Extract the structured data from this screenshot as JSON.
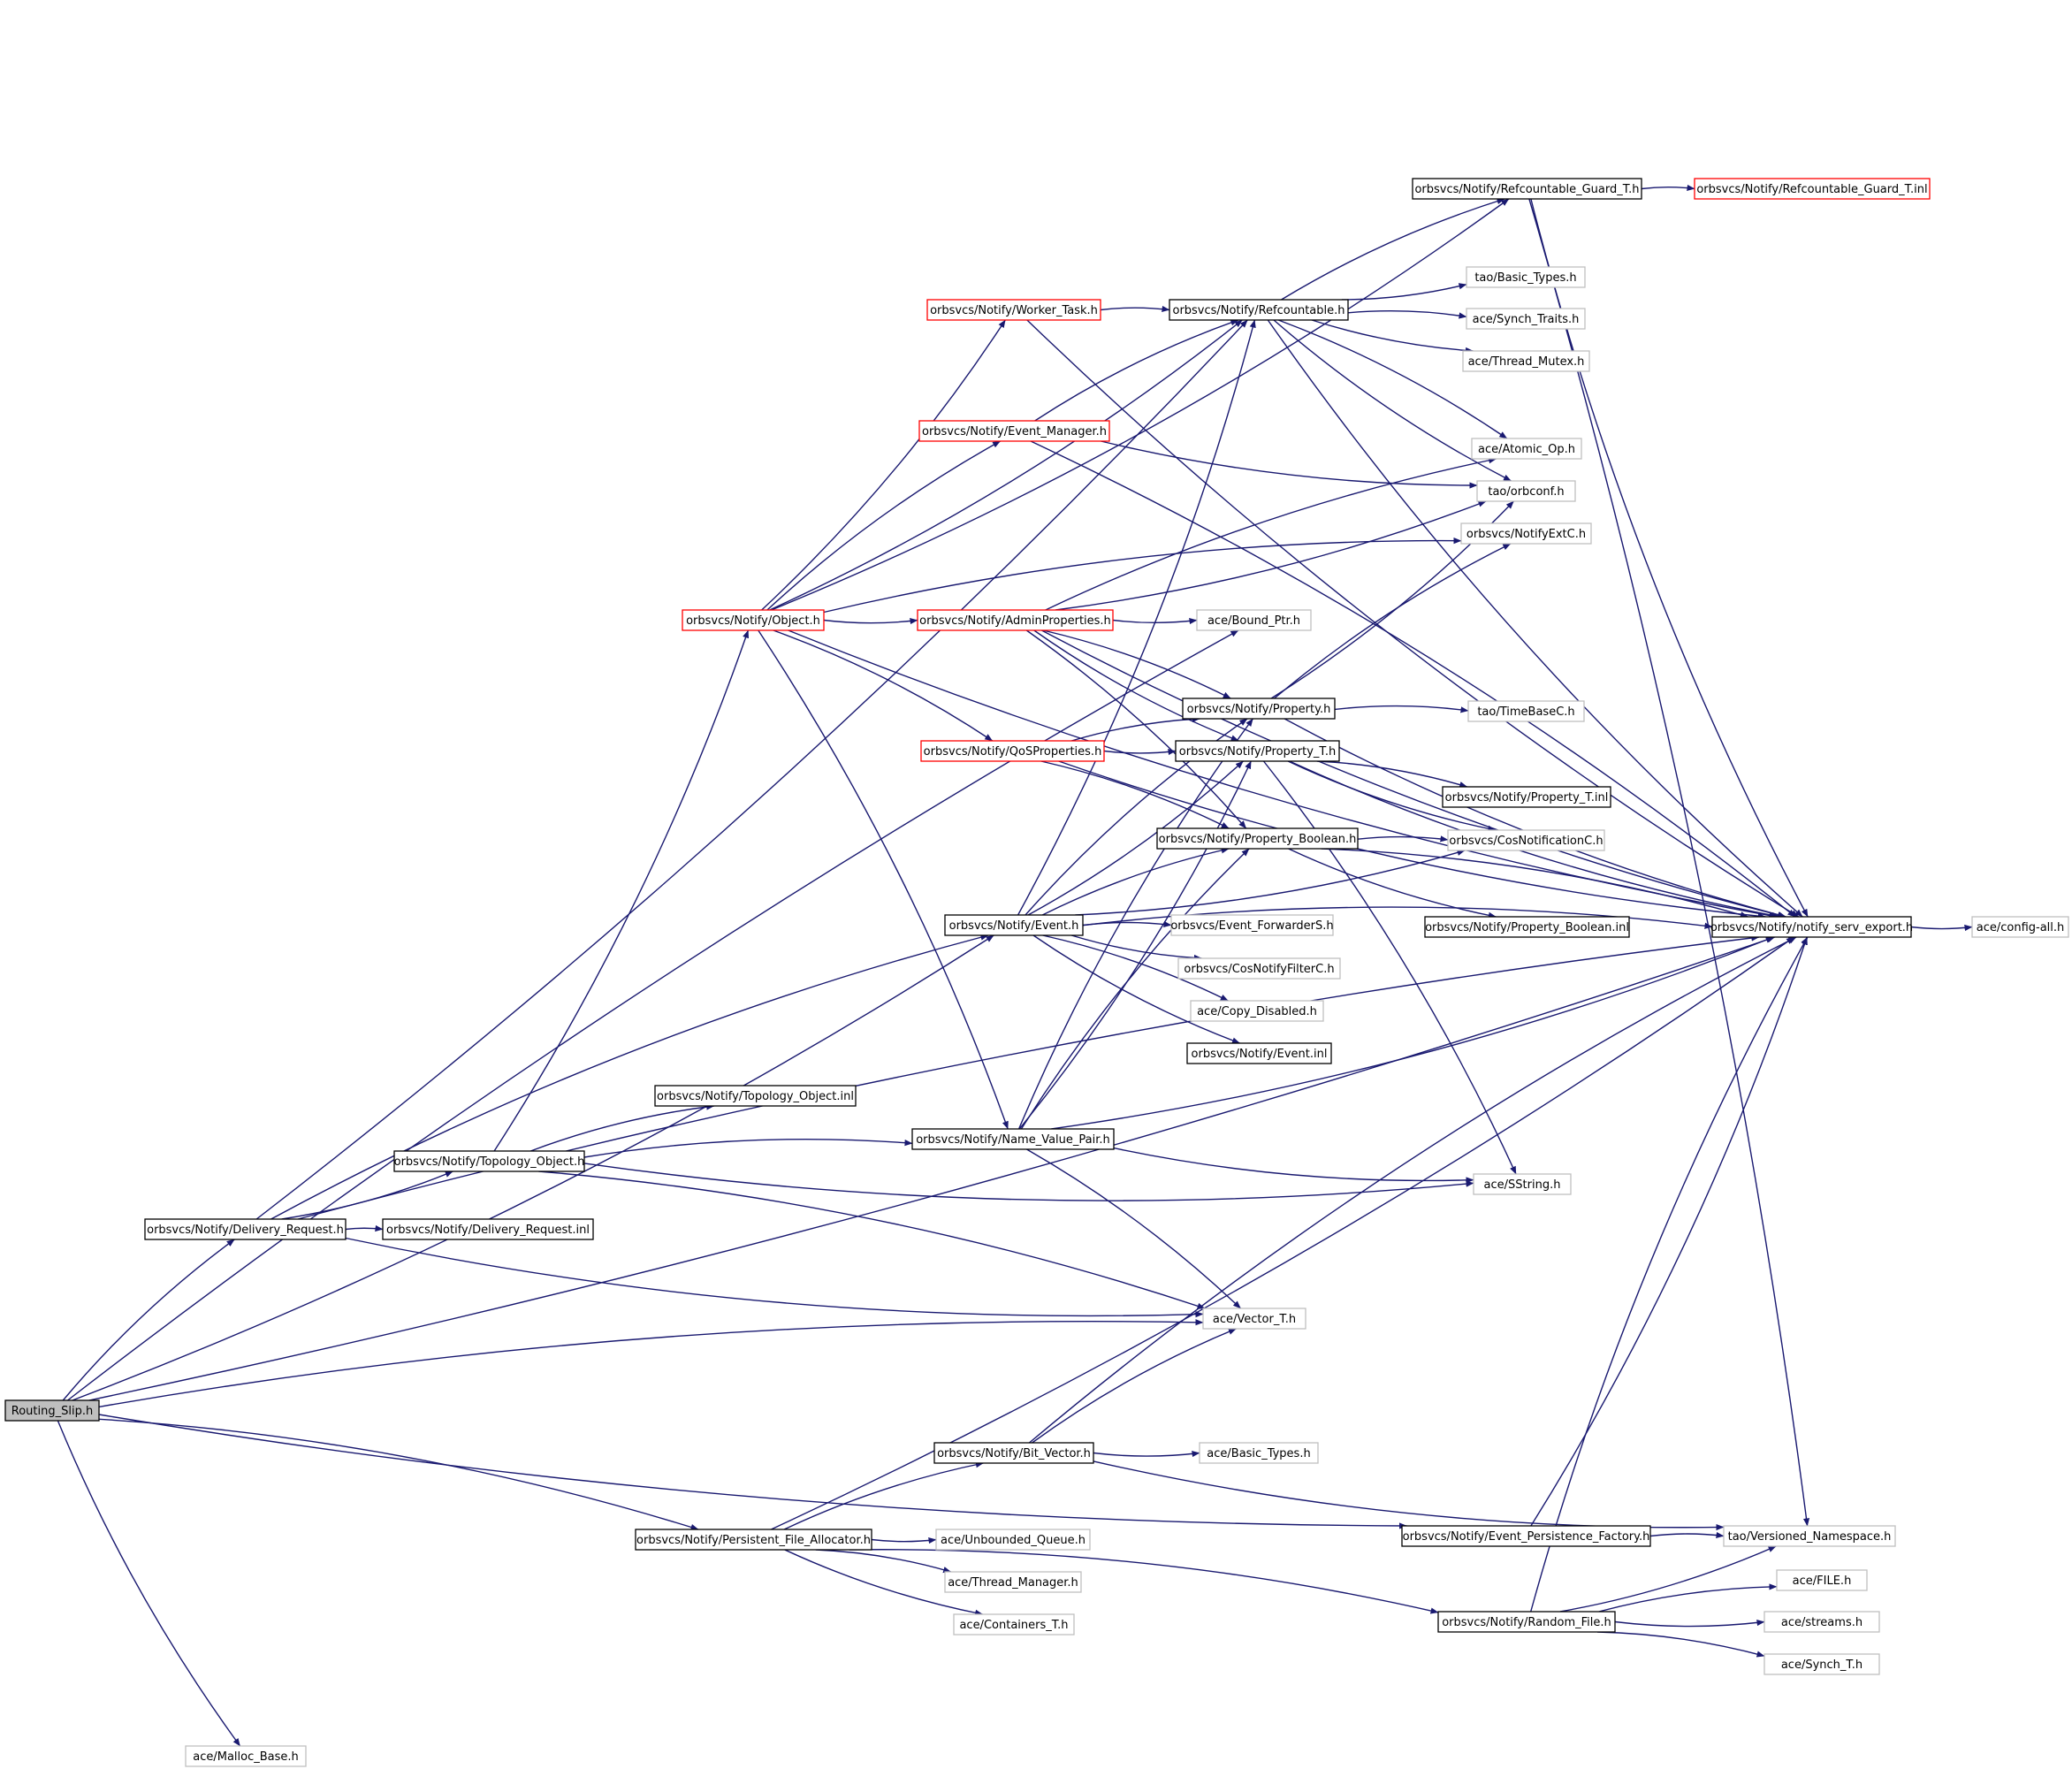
{
  "colors": {
    "edge": "#191970",
    "border_normal": "#000000",
    "border_truncated": "#ff0000",
    "border_external": "#bfbfbf",
    "root_fill": "#bfbfbf",
    "fill": "#ffffff"
  },
  "nodes": [
    {
      "id": "routing_slip",
      "label": "Routing_Slip.h",
      "kind": "root"
    },
    {
      "id": "malloc_base",
      "label": "ace/Malloc_Base.h",
      "kind": "external"
    },
    {
      "id": "delivery_request",
      "label": "orbsvcs/Notify/Delivery_Request.h",
      "kind": "normal"
    },
    {
      "id": "delivery_request_inl",
      "label": "orbsvcs/Notify/Delivery_Request.inl",
      "kind": "normal"
    },
    {
      "id": "topology_object",
      "label": "orbsvcs/Notify/Topology_Object.h",
      "kind": "normal"
    },
    {
      "id": "topology_object_inl",
      "label": "orbsvcs/Notify/Topology_Object.inl",
      "kind": "normal"
    },
    {
      "id": "object",
      "label": "orbsvcs/Notify/Object.h",
      "kind": "truncated"
    },
    {
      "id": "worker_task",
      "label": "orbsvcs/Notify/Worker_Task.h",
      "kind": "truncated"
    },
    {
      "id": "event_manager",
      "label": "orbsvcs/Notify/Event_Manager.h",
      "kind": "truncated"
    },
    {
      "id": "admin_properties",
      "label": "orbsvcs/Notify/AdminProperties.h",
      "kind": "truncated"
    },
    {
      "id": "qos_properties",
      "label": "orbsvcs/Notify/QoSProperties.h",
      "kind": "truncated"
    },
    {
      "id": "refcountable_guard",
      "label": "orbsvcs/Notify/Refcountable_Guard_T.h",
      "kind": "normal"
    },
    {
      "id": "refcountable_guard_inl",
      "label": "orbsvcs/Notify/Refcountable_Guard_T.inl",
      "kind": "truncated"
    },
    {
      "id": "refcountable",
      "label": "orbsvcs/Notify/Refcountable.h",
      "kind": "normal"
    },
    {
      "id": "basic_types_tao",
      "label": "tao/Basic_Types.h",
      "kind": "external"
    },
    {
      "id": "synch_traits",
      "label": "ace/Synch_Traits.h",
      "kind": "external"
    },
    {
      "id": "thread_mutex",
      "label": "ace/Thread_Mutex.h",
      "kind": "external"
    },
    {
      "id": "atomic_op",
      "label": "ace/Atomic_Op.h",
      "kind": "external"
    },
    {
      "id": "orbconf",
      "label": "tao/orbconf.h",
      "kind": "external"
    },
    {
      "id": "notify_ext_c",
      "label": "orbsvcs/NotifyExtC.h",
      "kind": "external"
    },
    {
      "id": "bound_ptr",
      "label": "ace/Bound_Ptr.h",
      "kind": "external"
    },
    {
      "id": "property",
      "label": "orbsvcs/Notify/Property.h",
      "kind": "normal"
    },
    {
      "id": "timebase_c",
      "label": "tao/TimeBaseC.h",
      "kind": "external"
    },
    {
      "id": "property_t",
      "label": "orbsvcs/Notify/Property_T.h",
      "kind": "normal"
    },
    {
      "id": "property_t_inl",
      "label": "orbsvcs/Notify/Property_T.inl",
      "kind": "normal"
    },
    {
      "id": "property_boolean",
      "label": "orbsvcs/Notify/Property_Boolean.h",
      "kind": "normal"
    },
    {
      "id": "cos_notification_c",
      "label": "orbsvcs/CosNotificationC.h",
      "kind": "external"
    },
    {
      "id": "property_boolean_inl",
      "label": "orbsvcs/Notify/Property_Boolean.inl",
      "kind": "normal"
    },
    {
      "id": "notify_serv_export",
      "label": "orbsvcs/Notify/notify_serv_export.h",
      "kind": "normal"
    },
    {
      "id": "config_all",
      "label": "ace/config-all.h",
      "kind": "external"
    },
    {
      "id": "event",
      "label": "orbsvcs/Notify/Event.h",
      "kind": "normal"
    },
    {
      "id": "event_forwarder_s",
      "label": "orbsvcs/Event_ForwarderS.h",
      "kind": "external"
    },
    {
      "id": "cos_notify_filter_c",
      "label": "orbsvcs/CosNotifyFilterC.h",
      "kind": "external"
    },
    {
      "id": "copy_disabled",
      "label": "ace/Copy_Disabled.h",
      "kind": "external"
    },
    {
      "id": "event_inl",
      "label": "orbsvcs/Notify/Event.inl",
      "kind": "normal"
    },
    {
      "id": "name_value_pair",
      "label": "orbsvcs/Notify/Name_Value_Pair.h",
      "kind": "normal"
    },
    {
      "id": "sstring",
      "label": "ace/SString.h",
      "kind": "external"
    },
    {
      "id": "vector_t",
      "label": "ace/Vector_T.h",
      "kind": "external"
    },
    {
      "id": "bit_vector",
      "label": "orbsvcs/Notify/Bit_Vector.h",
      "kind": "normal"
    },
    {
      "id": "basic_types_ace",
      "label": "ace/Basic_Types.h",
      "kind": "external"
    },
    {
      "id": "persistent_file_allocator",
      "label": "orbsvcs/Notify/Persistent_File_Allocator.h",
      "kind": "normal"
    },
    {
      "id": "unbounded_queue",
      "label": "ace/Unbounded_Queue.h",
      "kind": "external"
    },
    {
      "id": "thread_manager",
      "label": "ace/Thread_Manager.h",
      "kind": "external"
    },
    {
      "id": "containers_t",
      "label": "ace/Containers_T.h",
      "kind": "external"
    },
    {
      "id": "event_persistence_factory",
      "label": "orbsvcs/Notify/Event_Persistence_Factory.h",
      "kind": "normal"
    },
    {
      "id": "versioned_namespace",
      "label": "tao/Versioned_Namespace.h",
      "kind": "external"
    },
    {
      "id": "random_file",
      "label": "orbsvcs/Notify/Random_File.h",
      "kind": "normal"
    },
    {
      "id": "ace_file",
      "label": "ace/FILE.h",
      "kind": "external"
    },
    {
      "id": "streams",
      "label": "ace/streams.h",
      "kind": "external"
    },
    {
      "id": "synch_t",
      "label": "ace/Synch_T.h",
      "kind": "external"
    }
  ],
  "edges": [
    [
      "routing_slip",
      "delivery_request"
    ],
    [
      "routing_slip",
      "malloc_base"
    ],
    [
      "routing_slip",
      "bound_ptr"
    ],
    [
      "routing_slip",
      "event"
    ],
    [
      "routing_slip",
      "vector_t"
    ],
    [
      "routing_slip",
      "notify_serv_export"
    ],
    [
      "routing_slip",
      "persistent_file_allocator"
    ],
    [
      "routing_slip",
      "event_persistence_factory"
    ],
    [
      "delivery_request",
      "delivery_request_inl"
    ],
    [
      "delivery_request",
      "topology_object"
    ],
    [
      "delivery_request",
      "event"
    ],
    [
      "delivery_request",
      "vector_t"
    ],
    [
      "delivery_request",
      "notify_serv_export"
    ],
    [
      "delivery_request",
      "refcountable"
    ],
    [
      "topology_object",
      "topology_object_inl"
    ],
    [
      "topology_object",
      "object"
    ],
    [
      "topology_object",
      "name_value_pair"
    ],
    [
      "topology_object",
      "sstring"
    ],
    [
      "topology_object",
      "vector_t"
    ],
    [
      "object",
      "worker_task"
    ],
    [
      "object",
      "event_manager"
    ],
    [
      "object",
      "admin_properties"
    ],
    [
      "object",
      "qos_properties"
    ],
    [
      "object",
      "refcountable"
    ],
    [
      "object",
      "notify_ext_c"
    ],
    [
      "object",
      "notify_serv_export"
    ],
    [
      "object",
      "name_value_pair"
    ],
    [
      "object",
      "refcountable_guard"
    ],
    [
      "worker_task",
      "refcountable"
    ],
    [
      "worker_task",
      "notify_serv_export"
    ],
    [
      "event_manager",
      "refcountable"
    ],
    [
      "event_manager",
      "orbconf"
    ],
    [
      "event_manager",
      "notify_serv_export"
    ],
    [
      "admin_properties",
      "bound_ptr"
    ],
    [
      "admin_properties",
      "atomic_op"
    ],
    [
      "admin_properties",
      "orbconf"
    ],
    [
      "admin_properties",
      "property"
    ],
    [
      "admin_properties",
      "property_t"
    ],
    [
      "admin_properties",
      "property_boolean"
    ],
    [
      "admin_properties",
      "notify_serv_export"
    ],
    [
      "qos_properties",
      "property"
    ],
    [
      "qos_properties",
      "property_t"
    ],
    [
      "qos_properties",
      "property_boolean"
    ],
    [
      "qos_properties",
      "notify_serv_export"
    ],
    [
      "refcountable_guard",
      "refcountable_guard_inl"
    ],
    [
      "refcountable_guard",
      "notify_serv_export"
    ],
    [
      "refcountable_guard",
      "versioned_namespace"
    ],
    [
      "refcountable",
      "basic_types_tao"
    ],
    [
      "refcountable",
      "synch_traits"
    ],
    [
      "refcountable",
      "thread_mutex"
    ],
    [
      "refcountable",
      "atomic_op"
    ],
    [
      "refcountable",
      "orbconf"
    ],
    [
      "refcountable",
      "refcountable_guard"
    ],
    [
      "refcountable",
      "notify_serv_export"
    ],
    [
      "property",
      "timebase_c"
    ],
    [
      "property",
      "orbconf"
    ],
    [
      "property",
      "notify_ext_c"
    ],
    [
      "property",
      "notify_serv_export"
    ],
    [
      "property_t",
      "property_t_inl"
    ],
    [
      "property_t",
      "cos_notification_c"
    ],
    [
      "property_t",
      "sstring"
    ],
    [
      "property_t",
      "notify_serv_export"
    ],
    [
      "property_boolean",
      "cos_notification_c"
    ],
    [
      "property_boolean",
      "property_boolean_inl"
    ],
    [
      "property_boolean",
      "notify_serv_export"
    ],
    [
      "notify_serv_export",
      "config_all"
    ],
    [
      "event",
      "event_forwarder_s"
    ],
    [
      "event",
      "cos_notify_filter_c"
    ],
    [
      "event",
      "copy_disabled"
    ],
    [
      "event",
      "event_inl"
    ],
    [
      "event",
      "property"
    ],
    [
      "event",
      "property_t"
    ],
    [
      "event",
      "property_boolean"
    ],
    [
      "event",
      "cos_notification_c"
    ],
    [
      "event",
      "notify_serv_export"
    ],
    [
      "event",
      "refcountable"
    ],
    [
      "name_value_pair",
      "property"
    ],
    [
      "name_value_pair",
      "property_t"
    ],
    [
      "name_value_pair",
      "property_boolean"
    ],
    [
      "name_value_pair",
      "sstring"
    ],
    [
      "name_value_pair",
      "vector_t"
    ],
    [
      "name_value_pair",
      "notify_serv_export"
    ],
    [
      "bit_vector",
      "vector_t"
    ],
    [
      "bit_vector",
      "basic_types_ace"
    ],
    [
      "bit_vector",
      "notify_serv_export"
    ],
    [
      "bit_vector",
      "versioned_namespace"
    ],
    [
      "persistent_file_allocator",
      "bit_vector"
    ],
    [
      "persistent_file_allocator",
      "unbounded_queue"
    ],
    [
      "persistent_file_allocator",
      "thread_manager"
    ],
    [
      "persistent_file_allocator",
      "containers_t"
    ],
    [
      "persistent_file_allocator",
      "random_file"
    ],
    [
      "persistent_file_allocator",
      "notify_serv_export"
    ],
    [
      "event_persistence_factory",
      "versioned_namespace"
    ],
    [
      "event_persistence_factory",
      "notify_serv_export"
    ],
    [
      "random_file",
      "ace_file"
    ],
    [
      "random_file",
      "streams"
    ],
    [
      "random_file",
      "synch_t"
    ],
    [
      "random_file",
      "versioned_namespace"
    ],
    [
      "random_file",
      "notify_serv_export"
    ]
  ]
}
